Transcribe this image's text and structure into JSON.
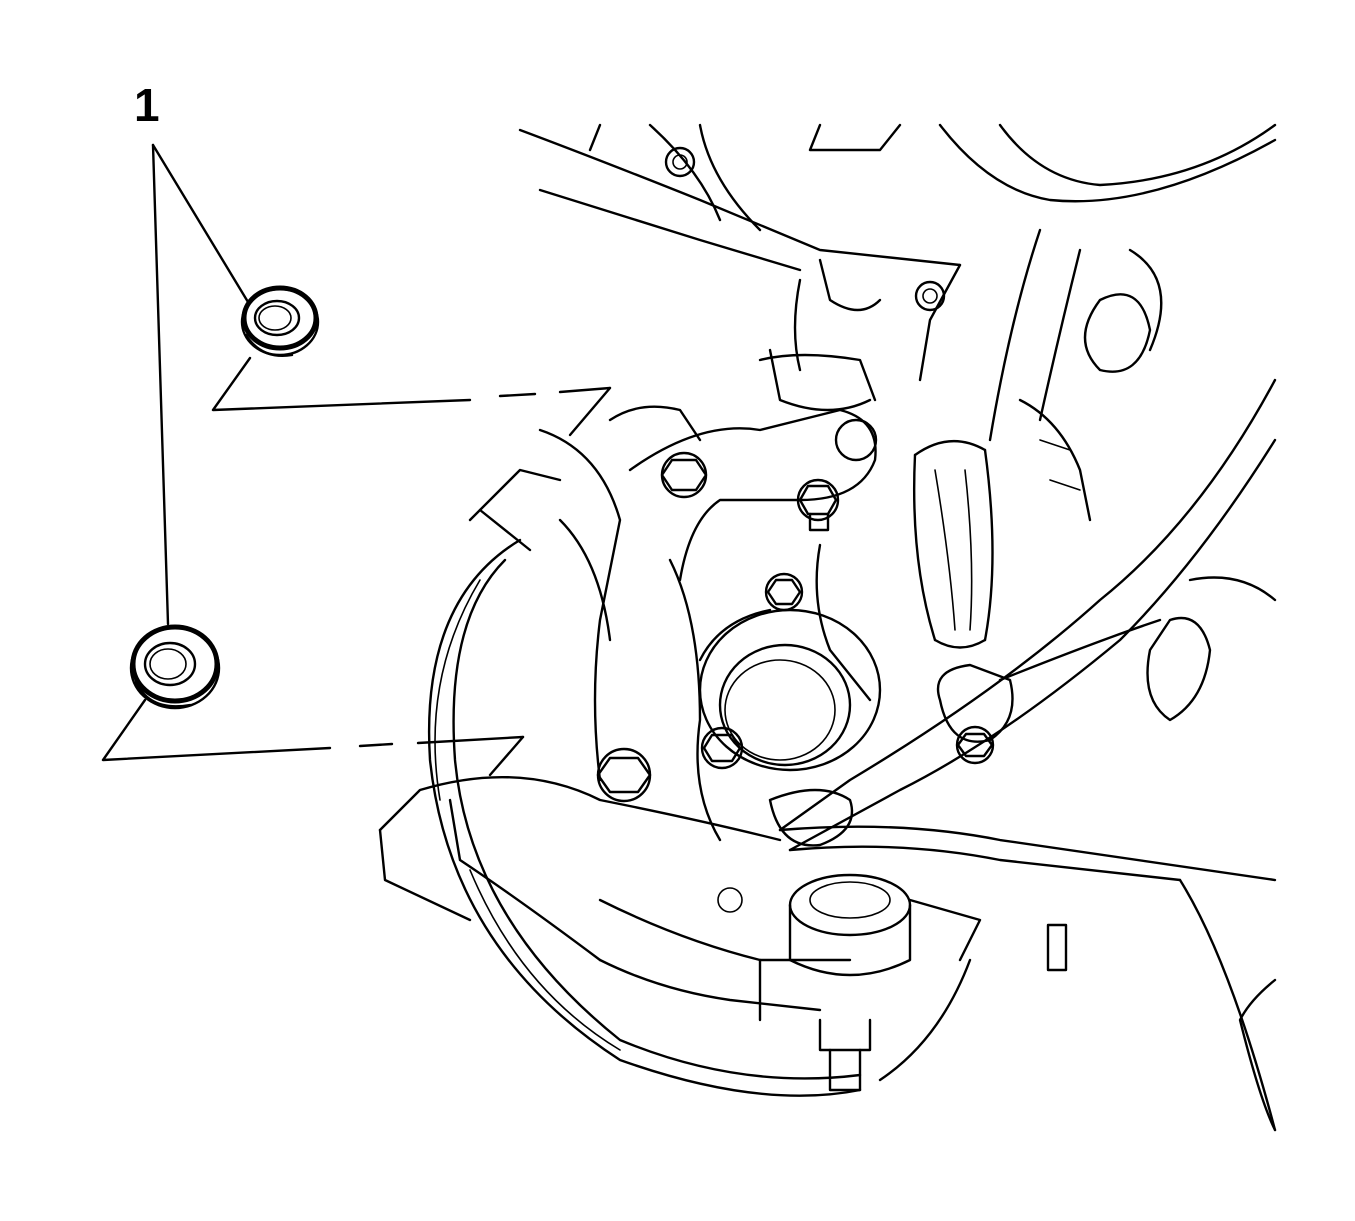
{
  "callout": {
    "number": "1"
  },
  "parts": {
    "item_1": "washer-seal",
    "count": 2
  },
  "colors": {
    "line": "#000000",
    "background": "#ffffff"
  }
}
